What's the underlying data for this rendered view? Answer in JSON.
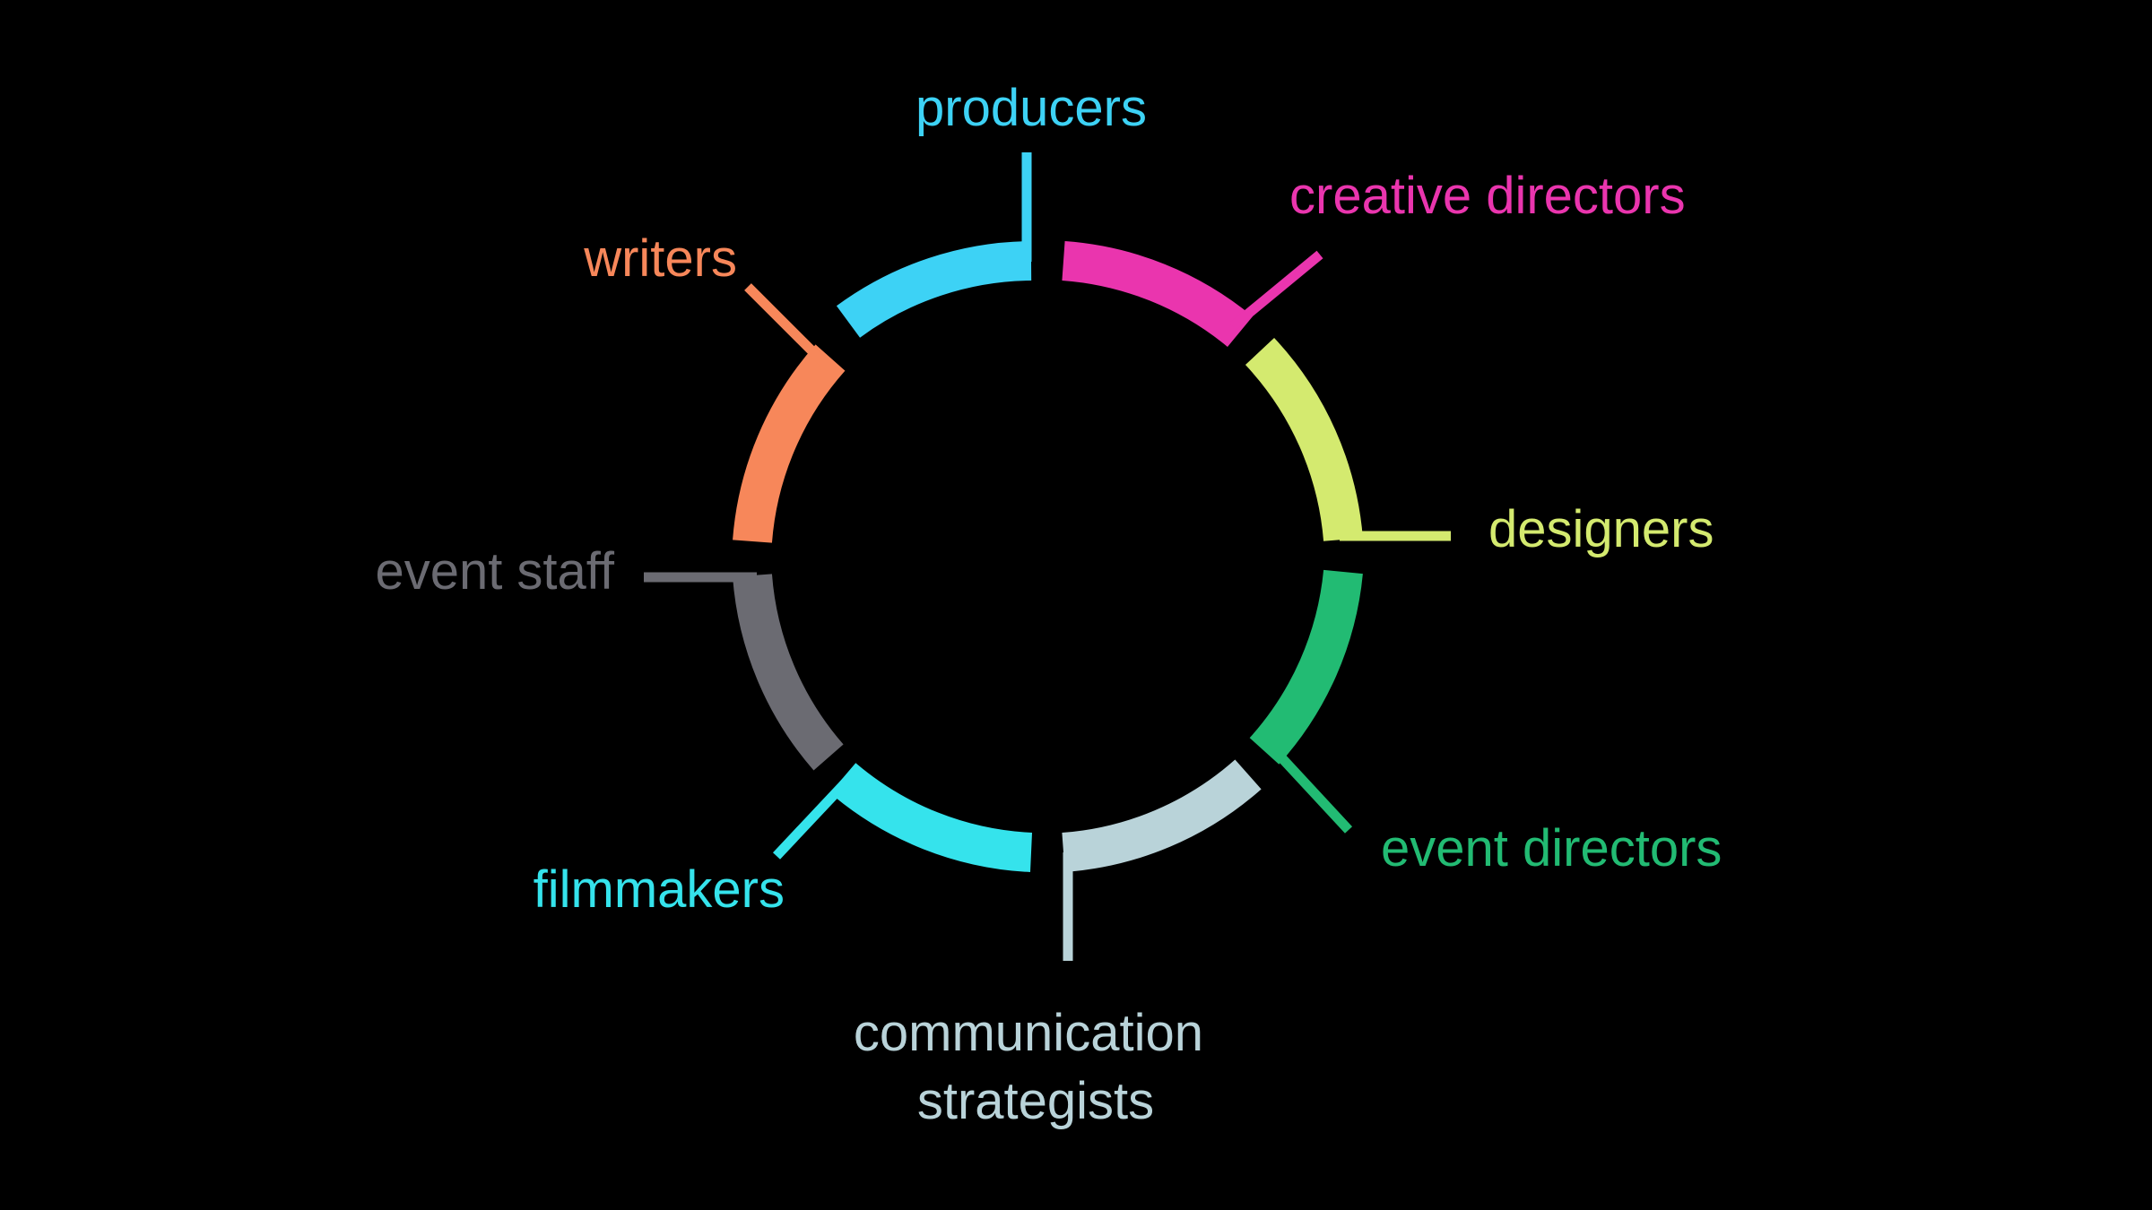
{
  "segments": [
    {
      "key": "producers",
      "label": "producers",
      "color": "#3dd2f5"
    },
    {
      "key": "creative-directors",
      "label": "creative directors",
      "color": "#ea35ae"
    },
    {
      "key": "designers",
      "label": "designers",
      "color": "#d4ea6f"
    },
    {
      "key": "event-directors",
      "label": "event directors",
      "color": "#22bb73"
    },
    {
      "key": "communication-strategists",
      "label_line1": "communication",
      "label_line2": "strategists",
      "color": "#b9d3d9"
    },
    {
      "key": "filmmakers",
      "label": "filmmakers",
      "color": "#35e3ec"
    },
    {
      "key": "event-staff",
      "label": "event staff",
      "color": "#6b6b72"
    },
    {
      "key": "writers",
      "label": "writers",
      "color": "#f7875a"
    }
  ]
}
